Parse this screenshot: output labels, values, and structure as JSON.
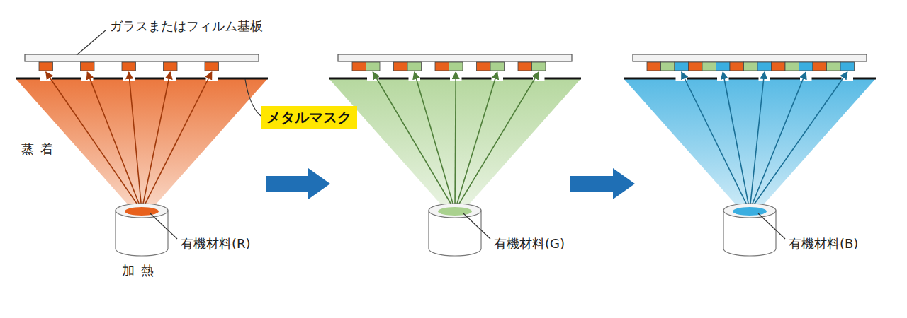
{
  "diagram": {
    "nodes": [
      {
        "text": [
          "メタルマスク"
        ]
      }
    ],
    "edges": [],
    "labels": [
      "ガラスまたはフィルム基板",
      "蒸着",
      "有機材料(R)",
      "加熱",
      "有機材料(G)",
      "有機材料(B)"
    ]
  }
}
